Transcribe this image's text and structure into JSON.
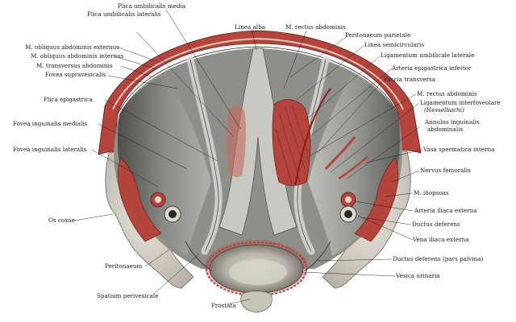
{
  "labels": {
    "top": {
      "plica_umbilicalis_media": "Plica umbilicalis media",
      "plica_umbilicalis_lateralis": "Plica umbilicalis lateralis",
      "linea_alba": "Linea alba",
      "m_rectus_abdominis_top": "M. rectus abdominis"
    },
    "left": {
      "m_obliquus_externus": "M. obliquus abdominis externus",
      "m_obliquus_internus": "M. obliquus abdominis internus",
      "m_transversus": "M. transversus abdominis",
      "fovea_supravesicalis": "Fovea supravesicalis",
      "plica_epigastrica": "Plica epigastrica",
      "fovea_inguinalis_medialis": "Fovea inguinalis medialis",
      "fovea_inguinalis_lateralis": "Fovea inguinalis lateralis",
      "os_coxae": "Os coxae",
      "peritonaeum": "Peritonaeum",
      "spatium_perivesicale": "Spatium perivesicale"
    },
    "right": {
      "peritonaeum_parietale": "Peritonaeum parietale",
      "linea_semicircularis": "Linea semicircularis",
      "ligamentum_umbilicale_laterale": "Ligamentum umbilicale laterale",
      "arteria_epigastrica_inferior": "Arteria epigastrica inferior",
      "fascia_transversa": "Fascia transversa",
      "m_rectus_abdominis": "M. rectus abdominis",
      "ligamentum_interfoveolare": "Ligamentum interfoveolare",
      "hesselbachi": "(Hesselbachi)",
      "annulus_inguinalis_1": "Annulus inguinalis",
      "annulus_inguinalis_2": "abdominalis",
      "vasa_spermatica_interna": "Vasa spermatica interna",
      "nervus_femoralis": "Nervus femoralis",
      "m_iliopsoas": "M. iliopsoas",
      "arteria_iliaca_externa": "Arteria iliaca externa",
      "ductus_deferens": "Ductus deferens",
      "vena_iliaca_externa": "Vena iliaca externa",
      "ductus_deferens_pars_pelvina": "Ductus deferens (pars palvina)",
      "vesica_urinaria": "Vesica urinaria"
    },
    "bottom": {
      "prostata": "Prostata"
    }
  },
  "colors": {
    "background": "#ffffff",
    "muscle": "#b5443c",
    "bone": "#d9d4cc",
    "peritoneum": "#8f8f8a",
    "shadow": "#3c3c3a",
    "leader": "#1e1a18"
  }
}
